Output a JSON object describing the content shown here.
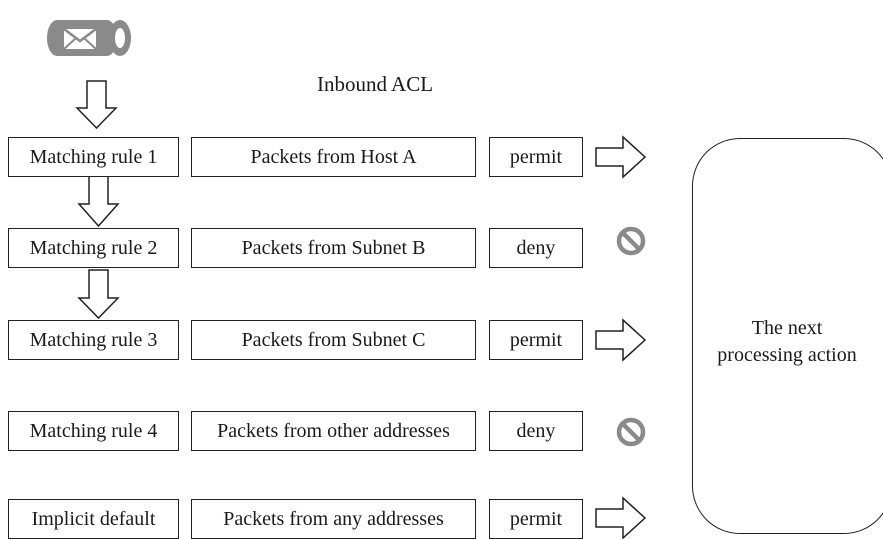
{
  "title": "Inbound ACL",
  "rows": [
    {
      "rule": "Matching rule 1",
      "packets": "Packets from Host A",
      "action": "permit",
      "result": "forward"
    },
    {
      "rule": "Matching rule 2",
      "packets": "Packets from Subnet B",
      "action": "deny",
      "result": "block"
    },
    {
      "rule": "Matching rule 3",
      "packets": "Packets from Subnet C",
      "action": "permit",
      "result": "forward"
    },
    {
      "rule": "Matching rule 4",
      "packets": "Packets from other addresses",
      "action": "deny",
      "result": "block"
    },
    {
      "rule": "Implicit default",
      "packets": "Packets from any addresses",
      "action": "permit",
      "result": "forward"
    }
  ],
  "next_action": {
    "line1": "The next",
    "line2": "processing action"
  },
  "icons": {
    "packet": "packet-envelope-icon",
    "forward": "arrow-right-icon",
    "block": "prohibited-icon",
    "flow": "arrow-down-icon"
  },
  "colors": {
    "stroke": "#222222",
    "icon_gray": "#8a8a8a"
  }
}
